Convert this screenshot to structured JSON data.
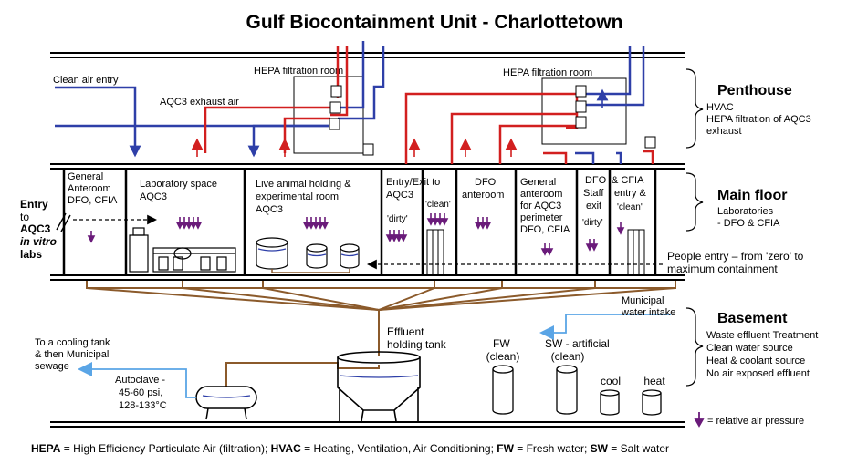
{
  "title": "Gulf Biocontainment Unit  -  Charlottetown",
  "colors": {
    "clean_air": "#2e3fa8",
    "exhaust_air": "#d21f1f",
    "effluent_pipe": "#8b5a2b",
    "water": "#5aa5e6",
    "pressure_arrow": "#6a1b7a"
  },
  "penthouse": {
    "clean_air_entry": "Clean air entry",
    "exhaust_air": "AQC3 exhaust air",
    "hepa_room_left": "HEPA  filtration room",
    "hepa_room_right": "HEPA  filtration room"
  },
  "rooms": {
    "general_anteroom": [
      "General",
      "Anteroom",
      "DFO, CFIA"
    ],
    "lab_space": [
      "Laboratory space",
      "AQC3"
    ],
    "animal_room": [
      "Live animal holding &",
      "experimental room",
      "AQC3"
    ],
    "entry_exit": [
      "Entry/Exit to",
      "AQC3"
    ],
    "entry_dirty": "'dirty'",
    "entry_clean": "'clean'",
    "dfo_anteroom": [
      "DFO",
      "anteroom"
    ],
    "general_anteroom_perimeter": [
      "General",
      "anteroom",
      "for AQC3",
      "perimeter",
      "DFO,  CFIA"
    ],
    "dfo_staff_exit": [
      "DFO",
      "Staff",
      "exit"
    ],
    "dfo_staff_exit_dirty": "'dirty'",
    "cfia_entry": [
      "& CFIA",
      "entry &"
    ],
    "cfia_entry_clean": "'clean'"
  },
  "entry_in_vitro": {
    "line1": "Entry",
    "line2": "to",
    "line3": "AQC3",
    "line4": "in vitro",
    "line5": "labs"
  },
  "people_entry": [
    "People entry – from  'zero' to",
    "maximum containment"
  ],
  "basement": {
    "cooling_tank": [
      "To a cooling tank",
      "& then Municipal",
      "sewage"
    ],
    "autoclave": [
      "Autoclave -",
      "45-60 psi,",
      "128-133°C"
    ],
    "effluent_tank": [
      "Effluent",
      "holding tank"
    ],
    "fw": [
      "FW",
      "(clean)"
    ],
    "sw": [
      "SW - artificial",
      "(clean)"
    ],
    "cool": "cool",
    "heat": "heat",
    "municipal_water": [
      "Municipal",
      "water intake"
    ]
  },
  "levels": {
    "penthouse": {
      "title": "Penthouse",
      "lines": [
        "HVAC",
        "HEPA filtration of AQC3",
        "exhaust"
      ]
    },
    "main_floor": {
      "title": "Main floor",
      "lines": [
        "Laboratories",
        "- DFO & CFIA"
      ]
    },
    "basement": {
      "title": "Basement",
      "lines": [
        "Waste effluent Treatment",
        "Clean water source",
        "Heat & coolant source",
        "No air exposed effluent"
      ]
    }
  },
  "legend_pressure": "= relative air pressure",
  "footer": {
    "hepa_abbr": "HEPA",
    "hepa_def": " = High Efficiency Particulate Air (filtration);  ",
    "hvac_abbr": "HVAC",
    "hvac_def": " = Heating, Ventilation, Air Conditioning;  ",
    "fw_abbr": "FW",
    "fw_def": " = Fresh water;  ",
    "sw_abbr": "SW",
    "sw_def": " = Salt water"
  }
}
